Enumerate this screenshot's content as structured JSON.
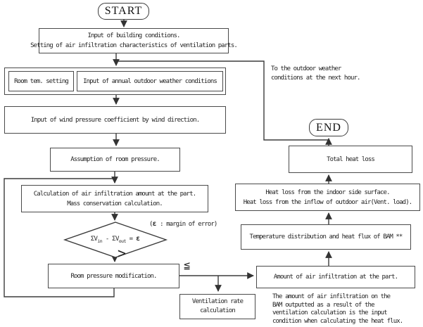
{
  "terminators": {
    "start": "START",
    "end": "END"
  },
  "boxes": {
    "building": {
      "line1": "Input of building conditions.",
      "line2": "Setting of air infiltration characteristics of ventilation parts."
    },
    "room_temp": {
      "label": "Room tem. setting"
    },
    "annual_weather": {
      "label": "Input of annual outdoor weather conditions"
    },
    "wind_pressure": {
      "label": "Input of wind pressure coefficient by wind direction."
    },
    "assumption": {
      "label": "Assumption of room pressure."
    },
    "calculation": {
      "line1": "Calculation of air infiltration amount at the part.",
      "line2": "Mass conservation calculation."
    },
    "room_modification": {
      "label": "Room pressure modification."
    },
    "ventilation_rate": {
      "line1": "Ventilation rate",
      "line2": "calculation"
    },
    "amount_infiltration": {
      "label": "Amount of air infiltration at the part."
    },
    "bam_flux": {
      "label": "Temperature distribution and heat flux of BAM **"
    },
    "heat_loss": {
      "line1": "Heat loss from the indoor side surface.",
      "line2": "Heat loss from the inflow of outdoor air(Vent. load)."
    },
    "total_heat_loss": {
      "label": "Total heat loss"
    }
  },
  "decision": {
    "formula": {
      "term1": "ΣV",
      "sub1": "in",
      "minus": " - ΣV",
      "sub2": "out",
      "equals": " = ",
      "epsilon": "ε"
    }
  },
  "labels": {
    "margin_note": {
      "open": "(",
      "epsilon": "ε",
      "rest": " : margin of error)"
    },
    "branch_greater": ">",
    "branch_less_equal": "≦",
    "weather_loop": {
      "line1": "To the outdoor weather",
      "line2": "conditions at the next hour."
    },
    "bam_note": {
      "line1": "The amount of air infiltration on the",
      "line2": "BAM outputted as a result of the",
      "line3": "ventilation calculation is the input",
      "line4": "condition when calculating the heat flux."
    }
  },
  "colors": {
    "line": "#3b3b3b",
    "background": "#ffffff"
  }
}
